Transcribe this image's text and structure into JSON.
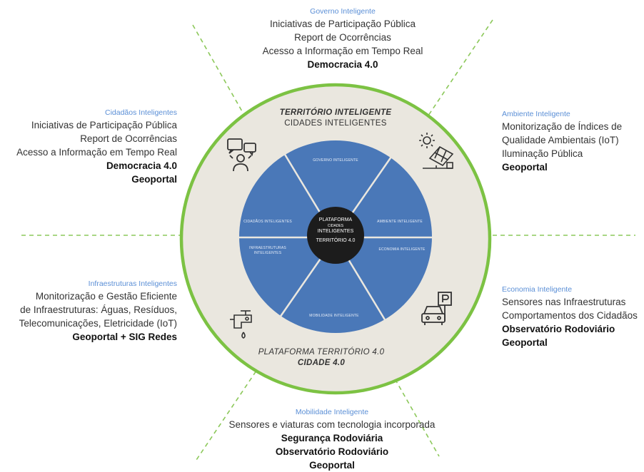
{
  "top": {
    "category": "Governo Inteligente",
    "items": [
      "Iniciativas de Participação Pública",
      "Report de Ocorrências",
      "Acesso a Informação em Tempo Real"
    ],
    "highlight": [
      "Democracia 4.0"
    ]
  },
  "left_top": {
    "category": "Cidadãos Inteligentes",
    "items": [
      "Iniciativas de Participação Pública",
      "Report de Ocorrências",
      "Acesso a Informação em Tempo Real"
    ],
    "highlight": [
      "Democracia 4.0",
      "Geoportal"
    ]
  },
  "right_top": {
    "category": "Ambiente Inteligente",
    "items": [
      "Monitorização de Índices de",
      "Qualidade Ambientais (IoT)",
      "Iluminação Pública"
    ],
    "highlight": [
      "Geoportal"
    ]
  },
  "left_bottom": {
    "category": "Infraestruturas Inteligentes",
    "items": [
      "Monitorização e Gestão Eficiente",
      "de Infraestruturas: Águas, Resíduos,",
      "Telecomunicações, Eletricidade (IoT)"
    ],
    "highlight": [
      "Geoportal + SIG Redes"
    ]
  },
  "right_bottom": {
    "category": "Economia Inteligente",
    "items": [
      "Sensores nas Infraestruturas",
      "Comportamentos dos Cidadãos"
    ],
    "highlight": [
      "Observatório Rodoviário",
      "Geoportal"
    ]
  },
  "bottom": {
    "category": "Mobilidade Inteligente",
    "items": [
      "Sensores e viaturas com tecnologia incorporada"
    ],
    "highlight": [
      "Segurança Rodoviária",
      "Observatório Rodoviário",
      "Geoportal"
    ]
  },
  "ring": {
    "top_line1": "TERRITÓRIO INTELIGENTE",
    "top_line2": "CIDADES INTELIGENTES",
    "bottom_line1": "PLATAFORMA TERRITÓRIO 4.0",
    "bottom_line2": "CIDADE 4.0"
  },
  "sectors": {
    "top": "GOVERNO INTELIGENTE",
    "left": "CIDADÃOS INTELIGENTES",
    "left_lower_1": "INFRAESTRUTURAS",
    "left_lower_2": "INTELIGENTES",
    "right": "AMBIENTE INTELIGENTE",
    "right_lower": "ECONOMIA INTELIGENTE",
    "bottom": "MOBILIDADE INTELIGENTE"
  },
  "core": {
    "line1": "PLATAFORMA",
    "line2": "CIDADES",
    "line3": "INTELIGENTES",
    "line4": "TERRITÓRIO 4.0"
  },
  "icons": {
    "citizens": "people-speech-icon",
    "environment": "solar-panel-icon",
    "infrastructure": "water-tap-icon",
    "economy": "car-parking-icon"
  },
  "colors": {
    "ring_outline": "#7cc243",
    "ring_fill": "#eae7df",
    "sectors": "#4a78b8",
    "core": "#1c1c1c",
    "dashed": "#8cc85a",
    "category_text": "#5b8fd6"
  }
}
